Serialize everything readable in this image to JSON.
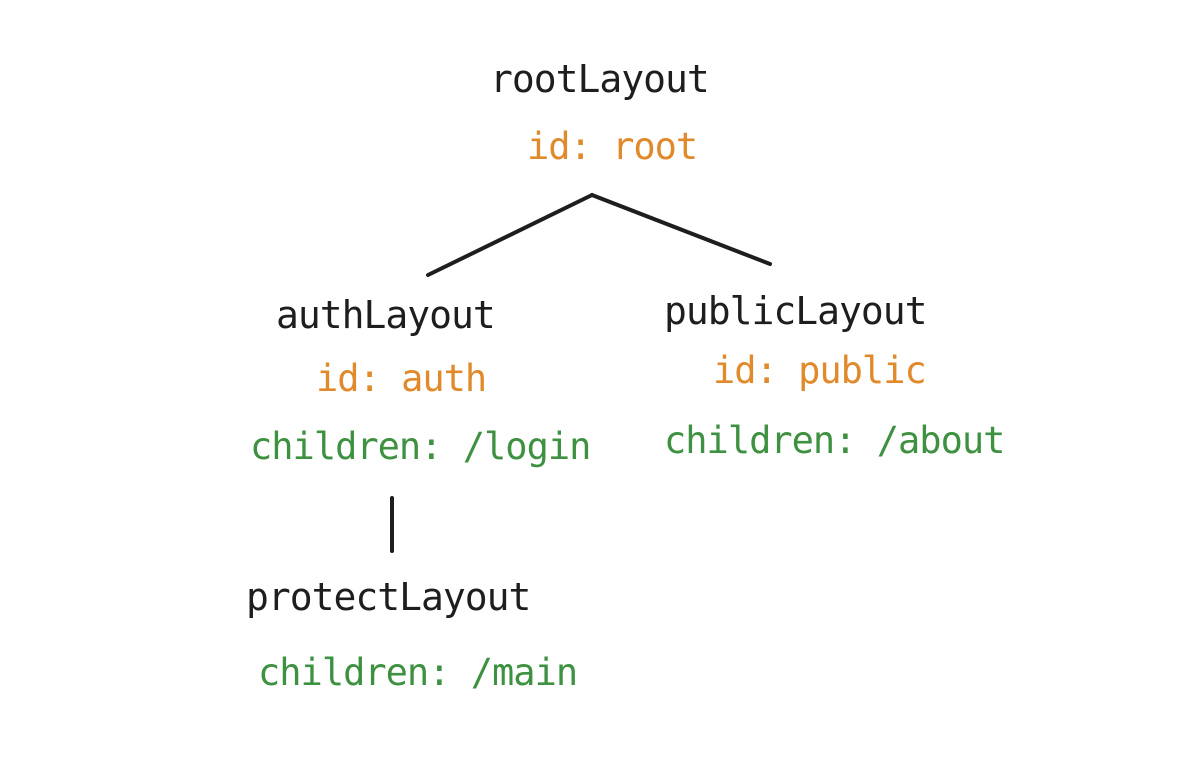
{
  "colors": {
    "node_name": "#1e1e1e",
    "id_text": "#e08a2c",
    "children_text": "#3f9142",
    "edge": "#1e1e1e"
  },
  "nodes": {
    "root": {
      "name": "rootLayout",
      "id_line": "id: root"
    },
    "auth": {
      "name": "authLayout",
      "id_line": "id: auth",
      "children_line": "children: /login"
    },
    "public": {
      "name": "publicLayout",
      "id_line": "id: public",
      "children_line": "children: /about"
    },
    "protect": {
      "name": "protectLayout",
      "children_line": "children: /main"
    }
  }
}
